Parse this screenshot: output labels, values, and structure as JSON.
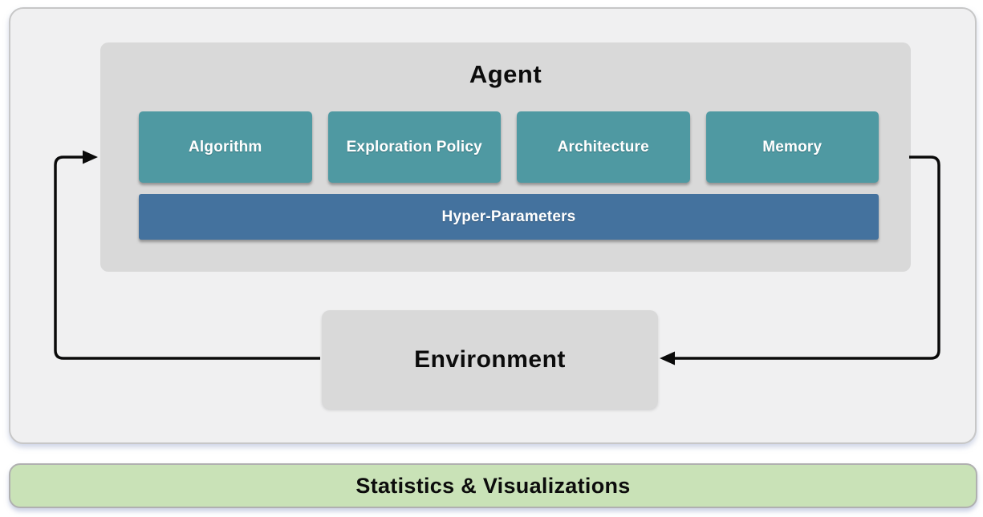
{
  "agent": {
    "title": "Agent",
    "modules": [
      {
        "label": "Algorithm"
      },
      {
        "label": "Exploration Policy"
      },
      {
        "label": "Architecture"
      },
      {
        "label": "Memory"
      }
    ],
    "hyper_parameters_label": "Hyper-Parameters"
  },
  "environment": {
    "label": "Environment"
  },
  "footer": {
    "label": "Statistics & Visualizations"
  },
  "colors": {
    "module_teal": "#4f99a2",
    "hyper_parameters_blue": "#44729e",
    "panel_gray": "#d9d9d9",
    "outer_background": "#f0f0f1",
    "panel_border": "#c7c7c7",
    "footer_green": "#c9e2b7",
    "footer_border": "#b0b0b0",
    "arrow_black": "#0a0a0a"
  }
}
